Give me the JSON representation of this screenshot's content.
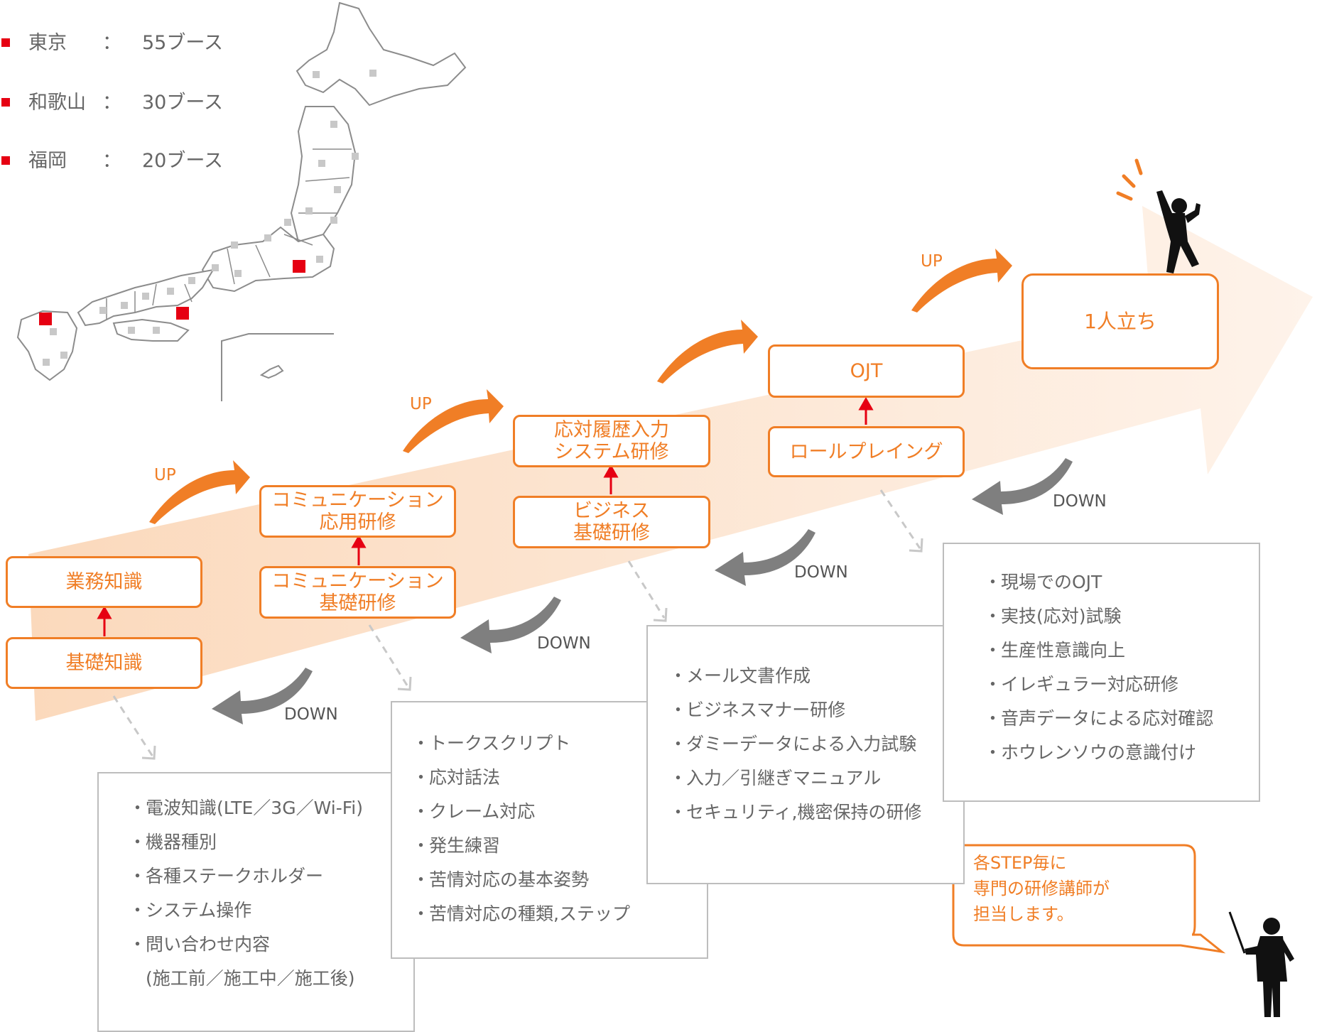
{
  "legend": [
    {
      "city": "東京",
      "colon": "：",
      "count": "55ブース"
    },
    {
      "city": "和歌山",
      "colon": "：",
      "count": "30ブース"
    },
    {
      "city": "福岡",
      "colon": "：",
      "count": "20ブース"
    }
  ],
  "steps": {
    "s1_bottom": "基礎知識",
    "s1_top": "業務知識",
    "s2_bottom": "コミュニケーション\n基礎研修",
    "s2_top": "コミュニケーション\n応用研修",
    "s3_bottom": "ビジネス\n基礎研修",
    "s3_top": "応対履歴入力\nシステム研修",
    "s4_bottom": "ロールプレイング",
    "s4_top": "OJT",
    "goal": "1人立ち"
  },
  "labels": {
    "up": "UP",
    "down": "DOWN"
  },
  "panels": {
    "p1": [
      "電波知識(LTE／3G／Wi-Fi)",
      "機器種別",
      "各種ステークホルダー",
      "システム操作",
      "問い合わせ内容",
      "(施工前／施工中／施工後)"
    ],
    "p2": [
      "トークスクリプト",
      "応対話法",
      "クレーム対応",
      "発生練習",
      "苦情対応の基本姿勢",
      "苦情対応の種類,ステップ"
    ],
    "p3": [
      "メール文書作成",
      "ビジネスマナー研修",
      "ダミーデータによる入力試験",
      "入力／引継ぎマニュアル",
      "セキュリティ,機密保持の研修"
    ],
    "p4": [
      "現場でのOJT",
      "実技(応対)試験",
      "生産性意識向上",
      "イレギュラー対応研修",
      "音声データによる応対確認",
      "ホウレンソウの意識付け"
    ]
  },
  "bullet": "・",
  "speech": "各STEP毎に\n専門の研修講師が\n担当します。",
  "colors": {
    "accent": "#f07e26",
    "marker": "#e60012",
    "gray_arrow": "#7f7f7f",
    "big_arrow": "#fde7d3"
  }
}
